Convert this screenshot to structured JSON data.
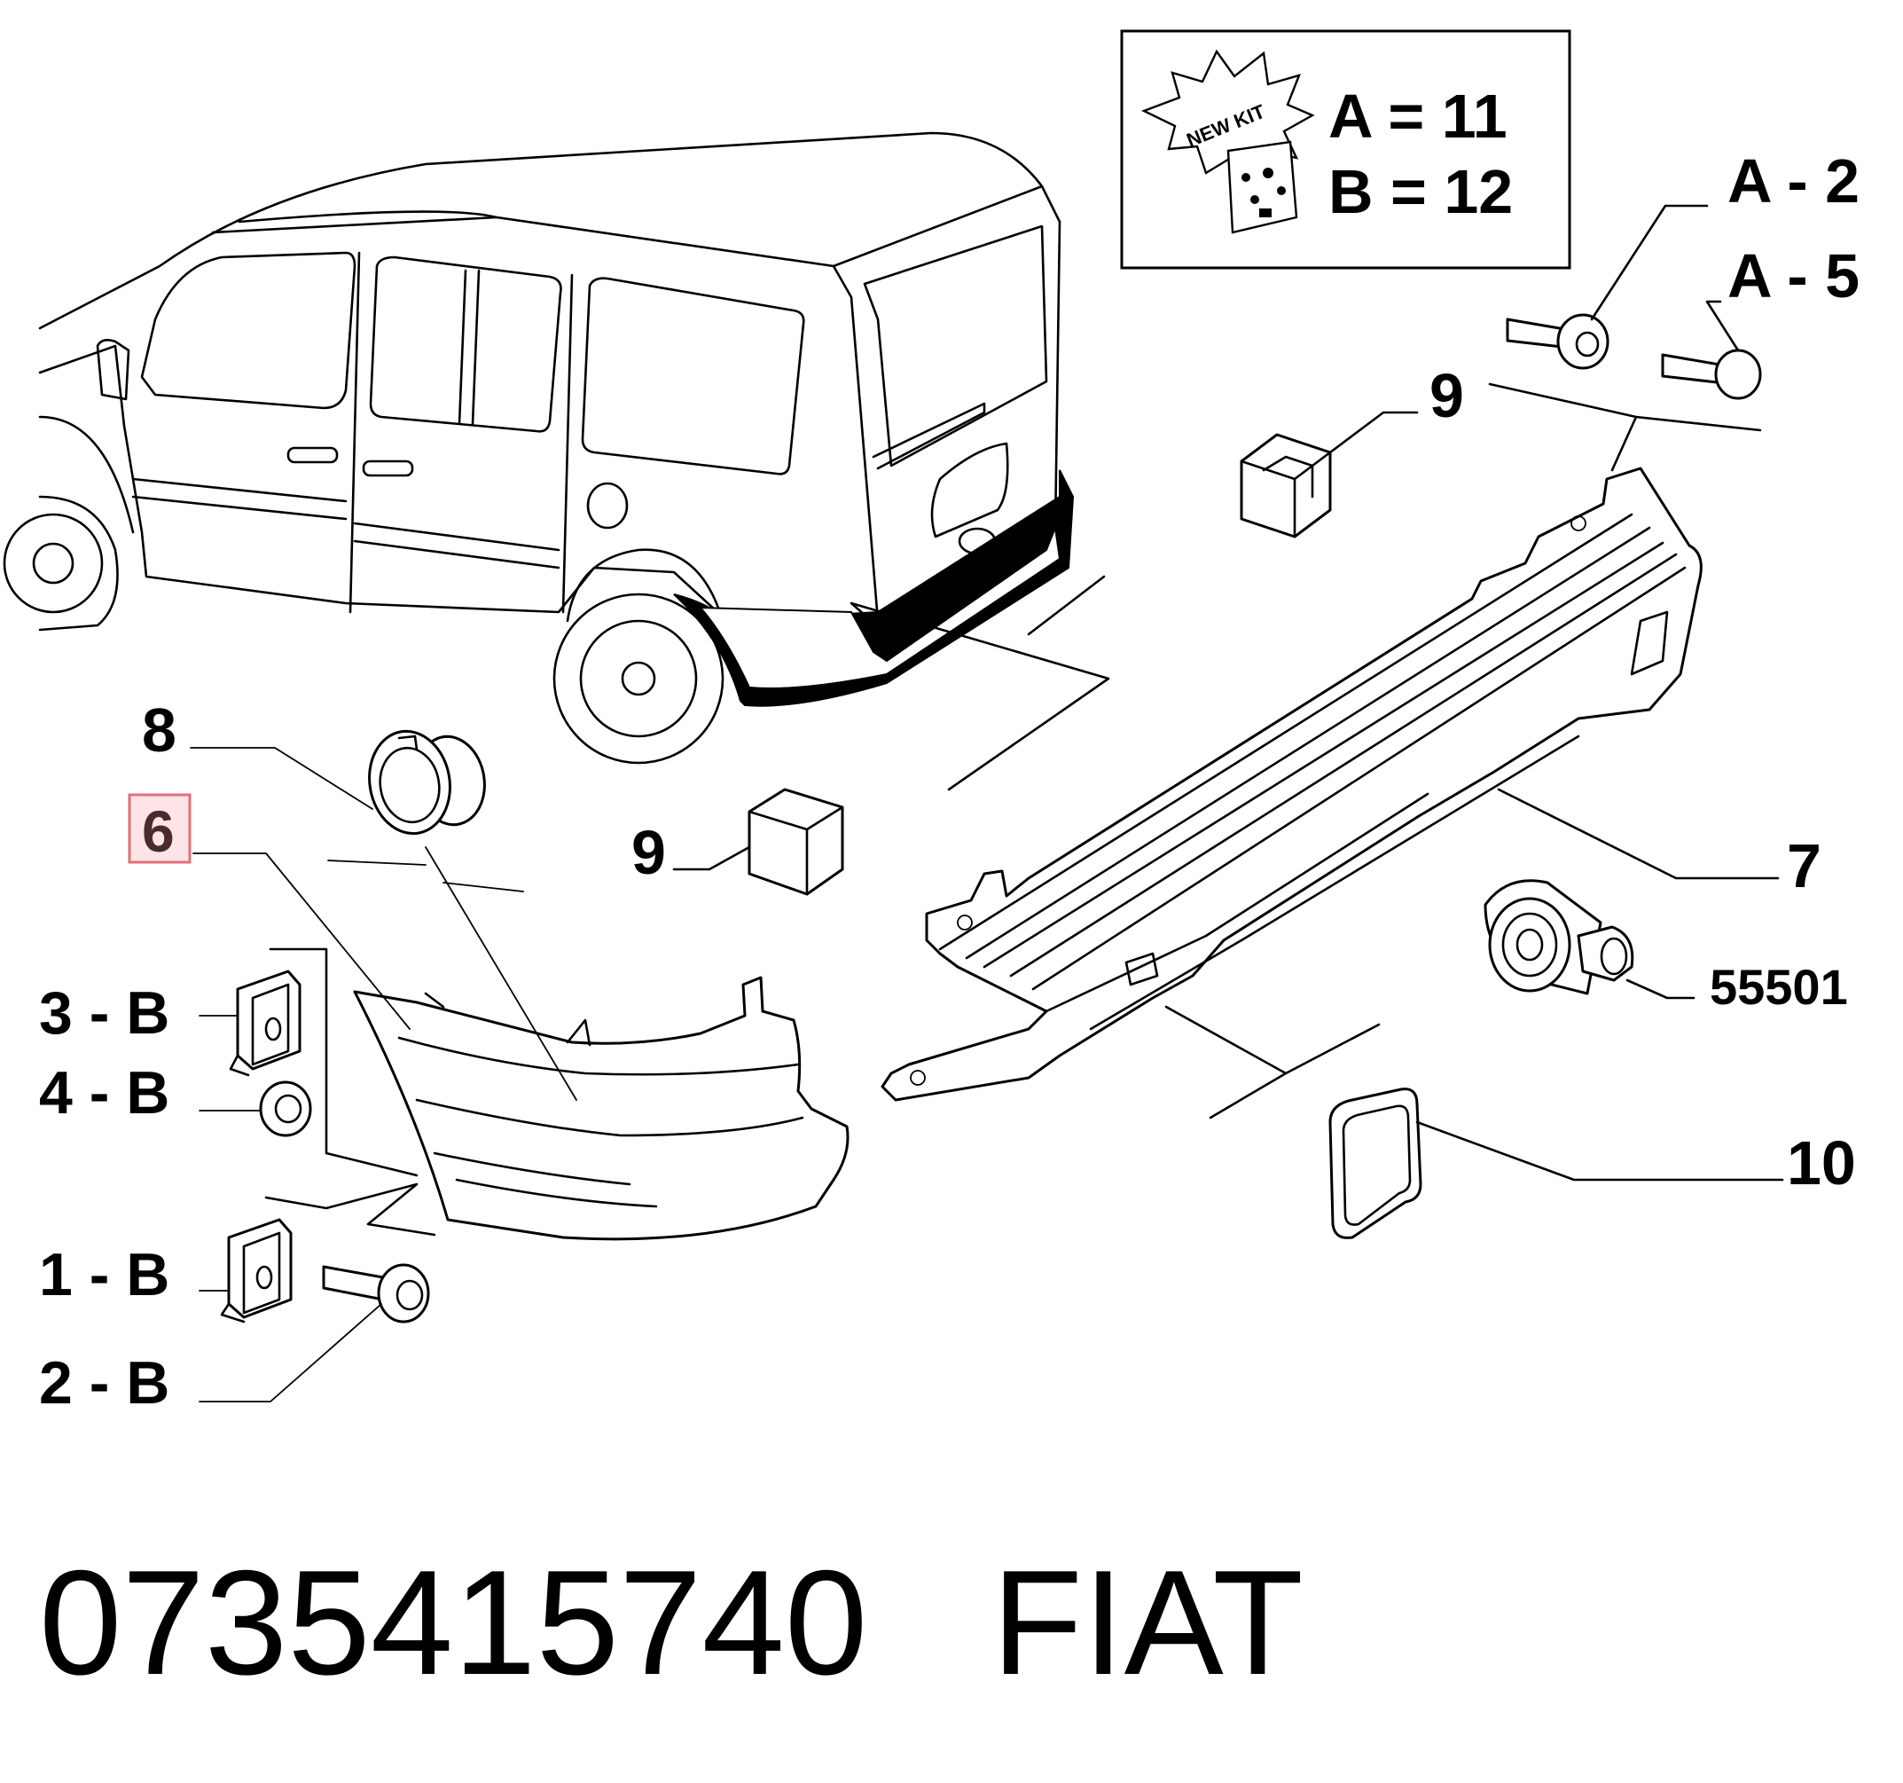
{
  "kit_box": {
    "starburst_text": "NEW KIT",
    "line_a": "A = 11",
    "line_b": "B = 12"
  },
  "callouts": {
    "a2": "A - 2",
    "a5": "A - 5",
    "nine_right": "9",
    "nine_left": "9",
    "eight": "8",
    "six": "6",
    "seven": "7",
    "part_55501": "55501",
    "ten": "10",
    "three_b": "3 - B",
    "four_b": "4 - B",
    "one_b": "1 - B",
    "two_b": "2 - B"
  },
  "highlight_color": "#e0707a",
  "footer": {
    "part_number": "0735415740",
    "brand": "FIAT"
  }
}
